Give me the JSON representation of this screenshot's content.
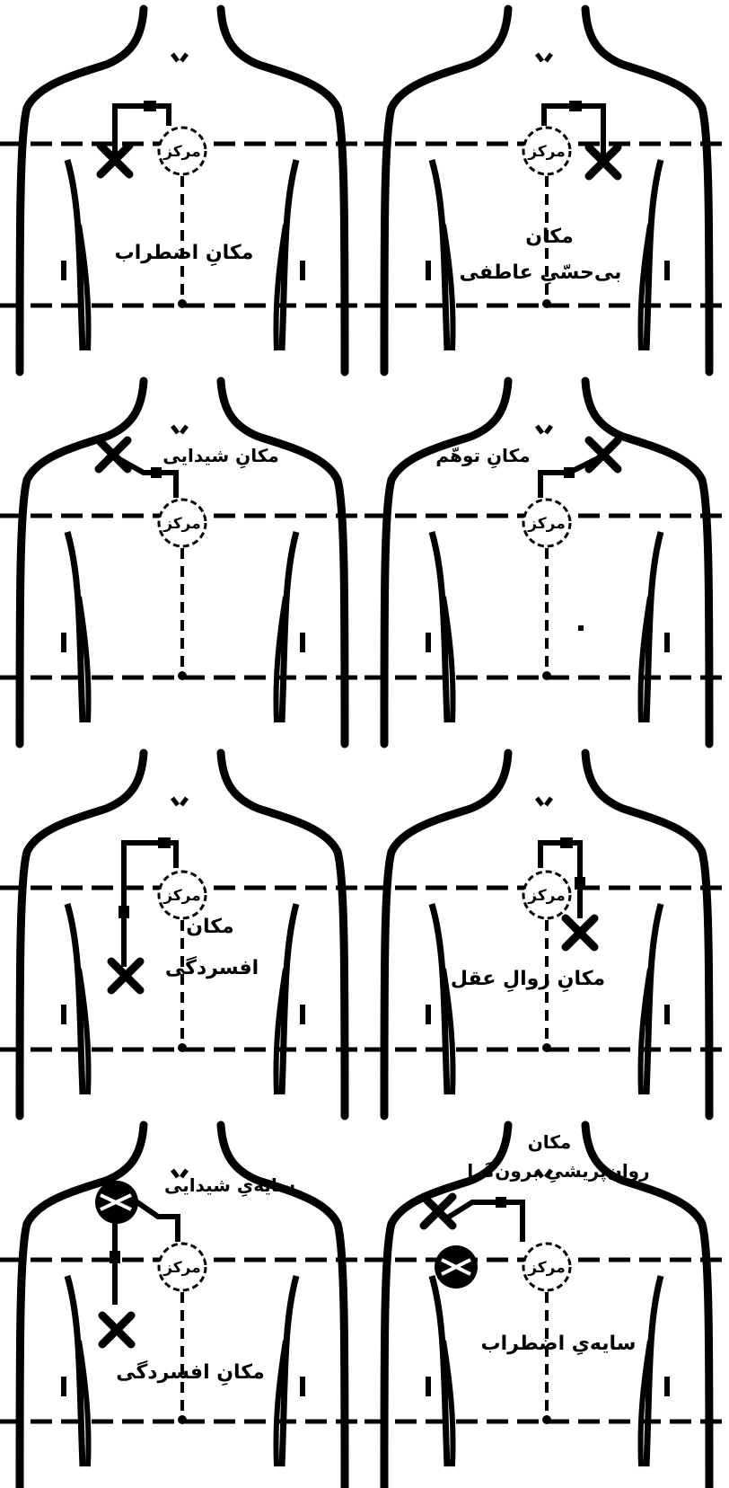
{
  "center_label": "مرکز",
  "panels": [
    {
      "id": "p1",
      "lines": [
        "مکانِ اضطراب"
      ]
    },
    {
      "id": "p2",
      "lines": [
        "مکان",
        "بی‌حسّیِ عاطفی"
      ]
    },
    {
      "id": "p3",
      "lines": [
        "مکانِ شیدایی"
      ]
    },
    {
      "id": "p4",
      "lines": [
        "مکانِ توهّم"
      ]
    },
    {
      "id": "p5",
      "lines": [
        "مکان",
        "افسردگی"
      ]
    },
    {
      "id": "p6",
      "lines": [
        "مکانِ زوالِ عقل"
      ]
    },
    {
      "id": "p7",
      "lines": [
        "سایه‌یِ شیدایی",
        "مکانِ افسردگی"
      ]
    },
    {
      "id": "p8",
      "lines": [
        "مکان",
        "روان‌پریشیِ برون‌گرا",
        "سایه‌یِ اضطراب"
      ]
    }
  ],
  "colors": {
    "ink": "#000000",
    "paper": "#ffffff"
  }
}
